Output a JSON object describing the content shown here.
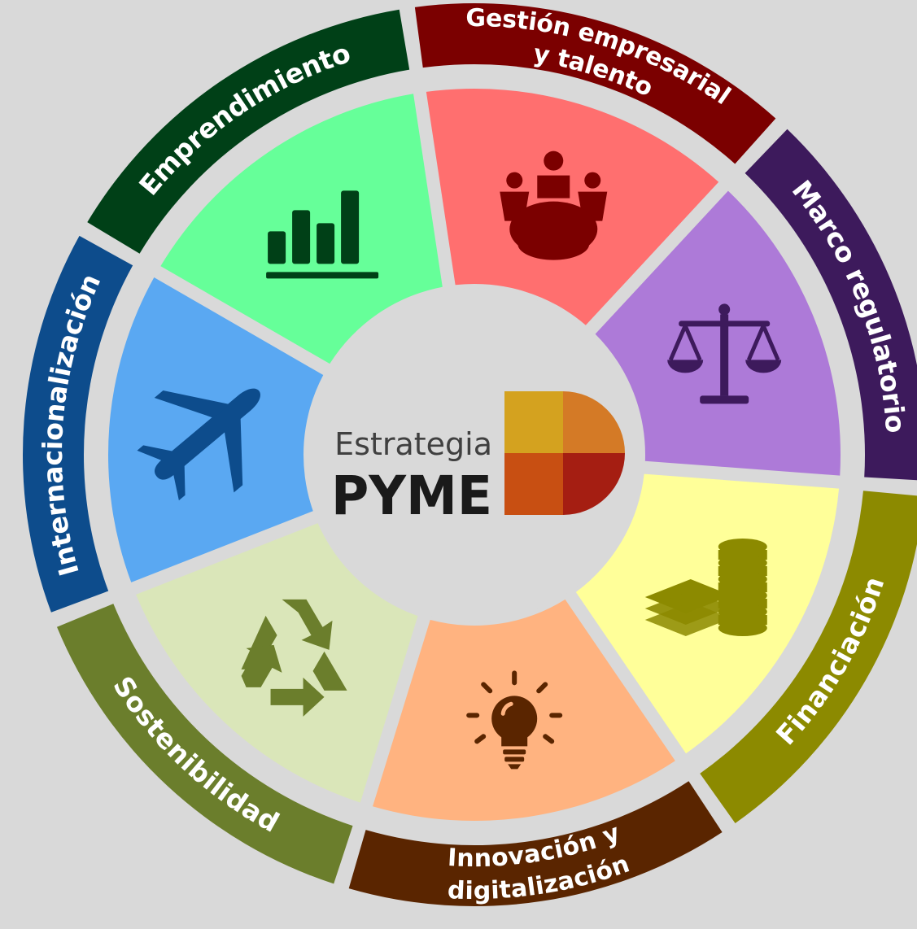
{
  "center_logo": {
    "line1": "Estrategia",
    "line2": "PYME",
    "colors": [
      "#d4a21f",
      "#d47a26",
      "#c84f12",
      "#a51e12"
    ]
  },
  "segments": [
    {
      "id": "emprendimiento",
      "label_lines": [
        "Emprendimiento"
      ],
      "outer_color": "#004017",
      "inner_color": "#66ff99",
      "icon": "bar-chart-icon",
      "icon_color": "#004017"
    },
    {
      "id": "gestion",
      "label_lines": [
        "Gestión empresarial",
        "y talento"
      ],
      "outer_color": "#7b0000",
      "inner_color": "#ff6f6f",
      "icon": "team-meeting-icon",
      "icon_color": "#7b0000"
    },
    {
      "id": "marco",
      "label_lines": [
        "Marco regulatorio"
      ],
      "outer_color": "#3d1a5c",
      "inner_color": "#ad7ad8",
      "icon": "scales-icon",
      "icon_color": "#3d1a5c"
    },
    {
      "id": "financiacion",
      "label_lines": [
        "Financiación"
      ],
      "outer_color": "#8c8a00",
      "inner_color": "#ffff99",
      "icon": "money-coins-icon",
      "icon_color": "#8c8a00"
    },
    {
      "id": "innovacion",
      "label_lines": [
        "Innovación y",
        "digitalización"
      ],
      "outer_color": "#5a2500",
      "inner_color": "#ffb380",
      "icon": "lightbulb-icon",
      "icon_color": "#5a2500"
    },
    {
      "id": "sostenibilidad",
      "label_lines": [
        "Sostenibilidad"
      ],
      "outer_color": "#6b7e2c",
      "inner_color": "#dae6b9",
      "icon": "recycle-icon",
      "icon_color": "#6b7e2c"
    },
    {
      "id": "internacionalizacion",
      "label_lines": [
        "Internacionalización"
      ],
      "outer_color": "#0d4c8c",
      "inner_color": "#5aa8f2",
      "icon": "airplane-icon",
      "icon_color": "#0d4c8c"
    }
  ]
}
